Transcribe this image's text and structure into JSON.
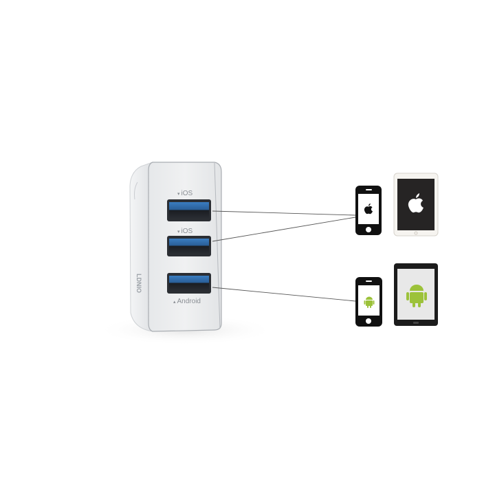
{
  "charger": {
    "brand": "LDNIO",
    "ports": [
      {
        "label": "iOS",
        "marker": "▾"
      },
      {
        "label": "iOS",
        "marker": "▾"
      },
      {
        "label": "Android",
        "marker": "▴"
      }
    ]
  },
  "devices": [
    {
      "type": "phone",
      "os": "apple-icon"
    },
    {
      "type": "tablet",
      "os": "apple-icon"
    },
    {
      "type": "phone",
      "os": "android-icon"
    },
    {
      "type": "tablet",
      "os": "android-icon"
    }
  ],
  "colors": {
    "usb_blue": "#2e6fb0",
    "android_green": "#9cc23a",
    "device_black": "#111111"
  }
}
